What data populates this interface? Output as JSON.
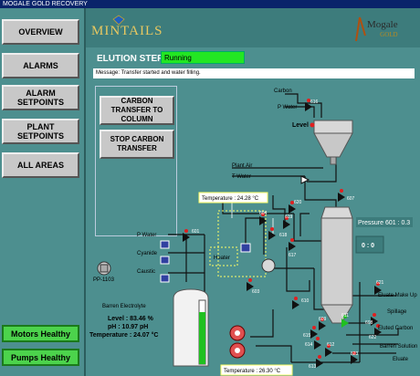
{
  "window": {
    "title": "MOGALE GOLD RECOVERY"
  },
  "brand": {
    "left_logo": "MINTAILS",
    "right_logo": "Mogale",
    "right_logo_sub": "GOLD"
  },
  "nav": [
    {
      "label": "OVERVIEW"
    },
    {
      "label": "ALARMS"
    },
    {
      "label": "ALARM SETPOINTS"
    },
    {
      "label": "PLANT SETPOINTS"
    },
    {
      "label": "ALL AREAS"
    }
  ],
  "status": {
    "motors": "Motors Healthy",
    "pumps": "Pumps Healthy"
  },
  "elution": {
    "step_label": "ELUTION STEP",
    "step_value": "Running",
    "message": "Message: Transfer started and water filling."
  },
  "controls": {
    "carbon_transfer": "CARBON TRANSFER TO COLUMN",
    "stop_carbon": "STOP CARBON TRANSFER"
  },
  "process": {
    "carbon": "Carbon",
    "p_water_top": "P Water",
    "level": "Level",
    "plant_air": "Plant Air",
    "t_water": "T Water",
    "temperature_top": "Temperature : 24.28 °C",
    "pressure": "Pressure 601 : 0.3",
    "counter": "0 : 0",
    "p_water_left": "P Water",
    "cyanide": "Cyanide",
    "caustic": "Caustic",
    "pump_tag": "PP-1103",
    "heater": "Heater",
    "barren_electrolyte": "Barren Electrolyte",
    "level_value": "Level : 83.46 %",
    "ph_value": "pH : 10.97 pH",
    "temperature_tank": "Temperature : 24.07 °C",
    "temperature_bottom": "Temperature : 26.30 °C",
    "eluate_makeup": "Eluate Make Up",
    "spillage": "Spillage",
    "eluted_carbon": "Eluted Carbon",
    "barren_solution": "Barren Solution",
    "eluate": "Eluate",
    "valves": {
      "v616": "616",
      "v607": "607",
      "v620": "620",
      "v604": "604",
      "v619": "619",
      "v618": "618",
      "v617": "617",
      "v601": "601",
      "v603": "603",
      "v621": "621",
      "v610": "610",
      "v609": "609",
      "v611": "611",
      "v608": "608",
      "v615": "615",
      "v612": "612",
      "v614": "614",
      "v623": "623",
      "v622": "622",
      "v613": "613"
    }
  },
  "colors": {
    "background": "#4d8f8f",
    "running": "#23e623",
    "healthy": "#4cd34c",
    "temp_box": "#ffff66",
    "alarm_dot": "#e02020"
  }
}
